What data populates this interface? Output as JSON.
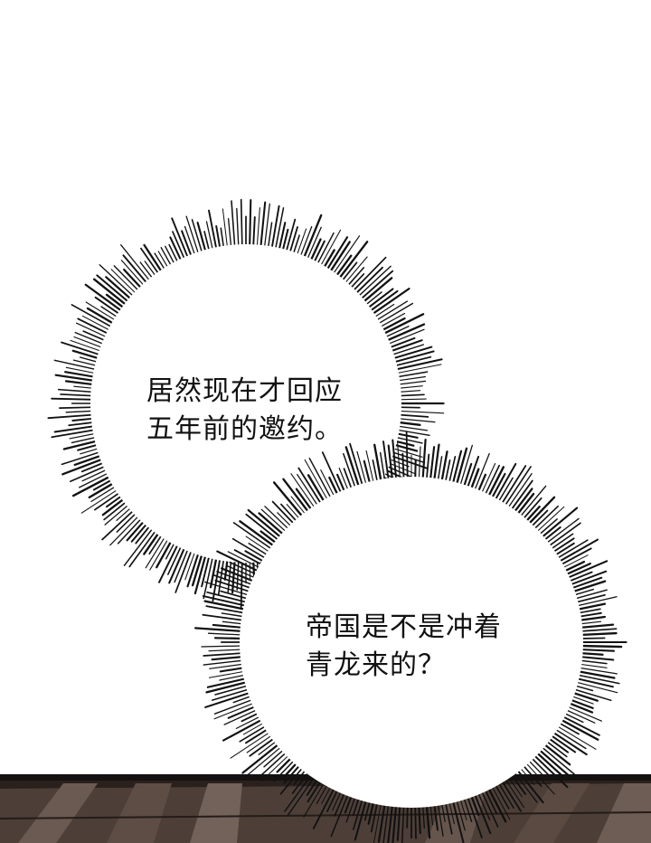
{
  "panel": {
    "colors": {
      "background": "#ffffff",
      "burst_stroke": "#111111",
      "floor_dark": "#2a211d",
      "floor_mid": "#5a4a42",
      "floor_light": "#6e5d54"
    }
  },
  "bubbles": [
    {
      "lines": [
        "居然现在才回应",
        "五年前的邀约。"
      ]
    },
    {
      "lines": [
        "帝国是不是冲着",
        "青龙来的？"
      ]
    }
  ]
}
